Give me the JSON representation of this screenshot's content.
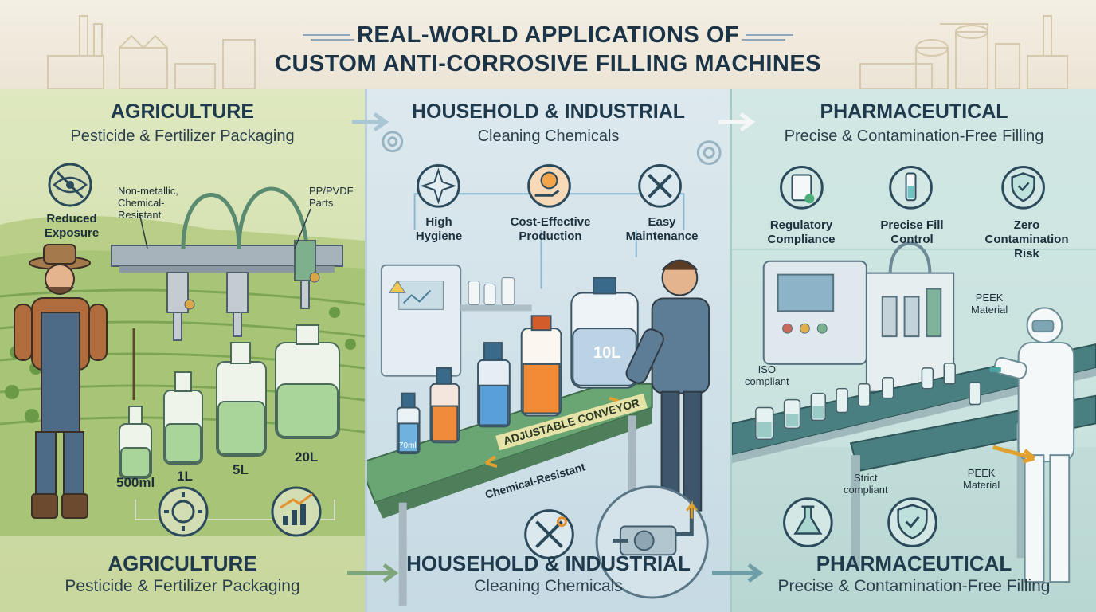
{
  "header": {
    "title_line1": "REAL-WORLD APPLICATIONS OF",
    "title_line2": "CUSTOM ANTI-CORROSIVE FILLING MACHINES"
  },
  "colors": {
    "agriculture_bg": "#d2e0ad",
    "household_bg": "#cfe0e8",
    "pharma_bg": "#c4dfdb",
    "title": "#1c3448",
    "bottle_green": "#b7dcae",
    "bottle_orange": "#ef8a3a",
    "bottle_blue": "#5aa0d8",
    "conveyor_green": "#6aa574"
  },
  "agriculture": {
    "title": "AGRICULTURE",
    "subtitle": "Pesticide & Fertilizer Packaging",
    "feature": {
      "label": "Reduced\nExposure",
      "icon": "eye-slash-icon"
    },
    "notes": [
      {
        "text": "Non-metallic,\nChemical-\nResistant"
      },
      {
        "text": "PP/PVDF\nParts"
      }
    ],
    "sizes": [
      "500ml",
      "1L",
      "5L",
      "20L"
    ],
    "bottom_icons": [
      "gear-wrench-icon",
      "growth-chart-icon"
    ],
    "footer_title": "AGRICULTURE",
    "footer_subtitle": "Pesticide & Fertilizer Packaging"
  },
  "household": {
    "title": "HOUSEHOLD & INDUSTRIAL",
    "subtitle": "Cleaning Chemicals",
    "features": [
      {
        "label": "High\nHygiene",
        "icon": "sparkle-icon"
      },
      {
        "label": "Cost-Effective\nProduction",
        "icon": "coin-hand-icon"
      },
      {
        "label": "Easy\nMaintenance",
        "icon": "tools-icon"
      }
    ],
    "conveyor_label": "ADJUSTABLE CONVEYOR",
    "conveyor_note": "Chemical-Resistant",
    "jug_label": "10L",
    "spray_label": "70ml",
    "bottom_icons": [
      "tools-icon"
    ],
    "footer_title": "HOUSEHOLD & INDUSTRIAL",
    "footer_subtitle": "Cleaning Chemicals"
  },
  "pharma": {
    "title": "PHARMACEUTICAL",
    "subtitle": "Precise & Contamination-Free Filling",
    "features": [
      {
        "label": "Regulatory\nCompliance",
        "icon": "clipboard-check-icon"
      },
      {
        "label": "Precise Fill\nControl",
        "icon": "vial-drop-icon"
      },
      {
        "label": "Zero\nContamination\nRisk",
        "icon": "shield-check-icon"
      }
    ],
    "notes": [
      {
        "text": "PEEK\nMaterial"
      },
      {
        "text": "ISO\ncompliant"
      },
      {
        "text": "Strict\ncompliant"
      },
      {
        "text": "PEEK\nMaterial"
      }
    ],
    "bottom_icons": [
      "flask-icon",
      "shield-check-icon"
    ],
    "footer_title": "PHARMACEUTICAL",
    "footer_subtitle": "Precise & Contamination-Free Filling"
  }
}
